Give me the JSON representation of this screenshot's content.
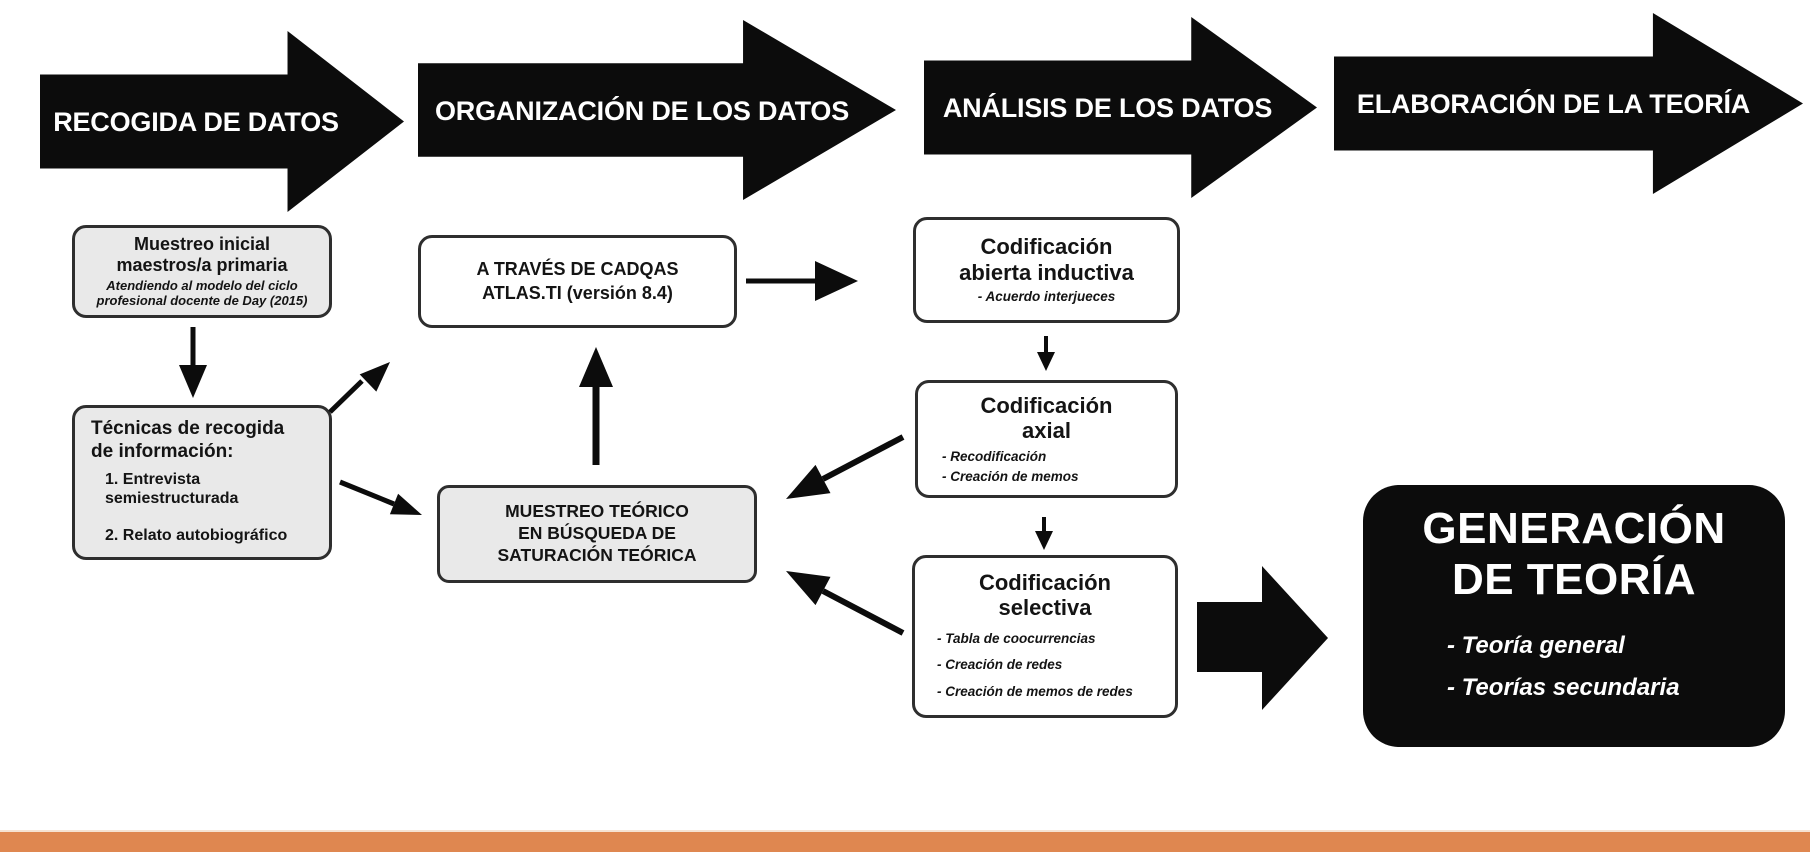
{
  "phases": [
    {
      "label": "RECOGIDA DE DATOS"
    },
    {
      "label": "ORGANIZACIÓN DE LOS DATOS"
    },
    {
      "label": "ANÁLISIS DE LOS DATOS"
    },
    {
      "label": "ELABORACIÓN DE LA TEORÍA"
    }
  ],
  "boxes": {
    "muestreo_inicial": {
      "title_line1": "Muestreo inicial",
      "title_line2": "maestros/a primaria",
      "subtitle_line1": "Atendiendo al modelo del ciclo",
      "subtitle_line2": "profesional docente de Day (2015)"
    },
    "tecnicas": {
      "title_line1": "Técnicas de recogida",
      "title_line2": "de información:",
      "item1_line1": "1. Entrevista",
      "item1_line2": "semiestructurada",
      "item2": "2. Relato autobiográfico"
    },
    "cadqas": {
      "line1": "A TRAVÉS DE CADQAS",
      "line2": "ATLAS.TI (versión 8.4)"
    },
    "muestreo_teorico": {
      "line1": "MUESTREO TEÓRICO",
      "line2": "EN BÚSQUEDA DE",
      "line3": "SATURACIÓN TEÓRICA"
    },
    "cod_abierta": {
      "title_line1": "Codificación",
      "title_line2": "abierta inductiva",
      "bullet1": "- Acuerdo interjueces"
    },
    "cod_axial": {
      "title_line1": "Codificación",
      "title_line2": "axial",
      "bullet1": "- Recodificación",
      "bullet2": "- Creación de memos"
    },
    "cod_selectiva": {
      "title_line1": "Codificación",
      "title_line2": "selectiva",
      "bullet1": "- Tabla de coocurrencias",
      "bullet2": "- Creación de redes",
      "bullet3": "- Creación de memos de redes"
    },
    "generacion": {
      "title_line1": "GENERACIÓN",
      "title_line2": "DE TEORÍA",
      "bullet1": "- Teoría general",
      "bullet2": "- Teorías secundaria"
    }
  },
  "colors": {
    "arrow_black": "#0c0c0c",
    "box_gray": "#e9e9e9",
    "box_border": "#2e2e2e",
    "accent_bar": "#df8750"
  }
}
